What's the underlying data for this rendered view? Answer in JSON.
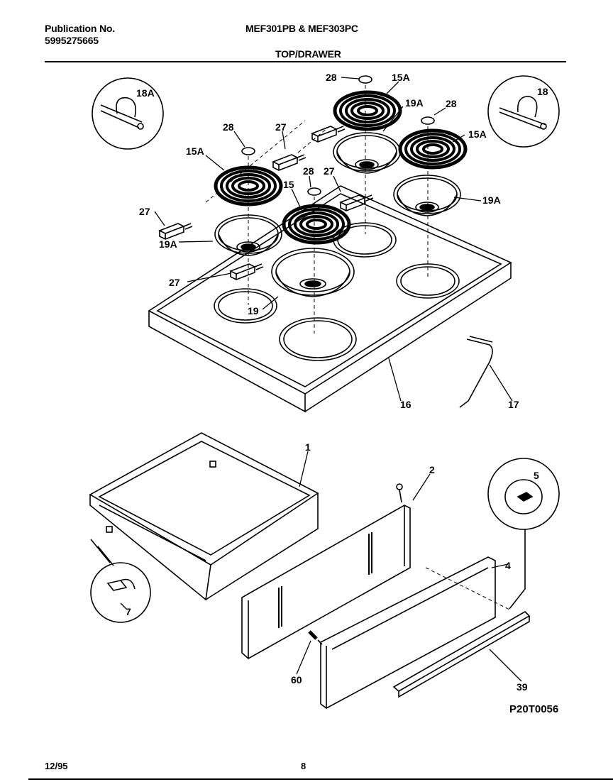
{
  "header": {
    "publication_label": "Publication No.",
    "publication_number": "5995275665",
    "model_title": "MEF301PB & MEF303PC",
    "section_title": "TOP/DRAWER"
  },
  "diagram": {
    "parts": [
      {
        "key": "p28a",
        "label": "28"
      },
      {
        "key": "p15A_a",
        "label": "15A"
      },
      {
        "key": "p18A",
        "label": "18A"
      },
      {
        "key": "p19A_a",
        "label": "19A"
      },
      {
        "key": "p28b",
        "label": "28"
      },
      {
        "key": "p18",
        "label": "18"
      },
      {
        "key": "p28c",
        "label": "28"
      },
      {
        "key": "p27a",
        "label": "27"
      },
      {
        "key": "p15A_b",
        "label": "15A"
      },
      {
        "key": "p15A_c",
        "label": "15A"
      },
      {
        "key": "p28d",
        "label": "28"
      },
      {
        "key": "p27b",
        "label": "27"
      },
      {
        "key": "p15",
        "label": "15"
      },
      {
        "key": "p19A_b",
        "label": "19A"
      },
      {
        "key": "p27c",
        "label": "27"
      },
      {
        "key": "p19A_c",
        "label": "19A"
      },
      {
        "key": "p27d",
        "label": "27"
      },
      {
        "key": "p19",
        "label": "19"
      },
      {
        "key": "p16",
        "label": "16"
      },
      {
        "key": "p17",
        "label": "17"
      },
      {
        "key": "p1",
        "label": "1"
      },
      {
        "key": "p2",
        "label": "2"
      },
      {
        "key": "p5",
        "label": "5"
      },
      {
        "key": "p4",
        "label": "4"
      },
      {
        "key": "p7",
        "label": "7"
      },
      {
        "key": "p60",
        "label": "60"
      },
      {
        "key": "p39",
        "label": "39"
      }
    ],
    "code": "P20T0056"
  },
  "footer": {
    "date": "12/95",
    "page": "8"
  }
}
